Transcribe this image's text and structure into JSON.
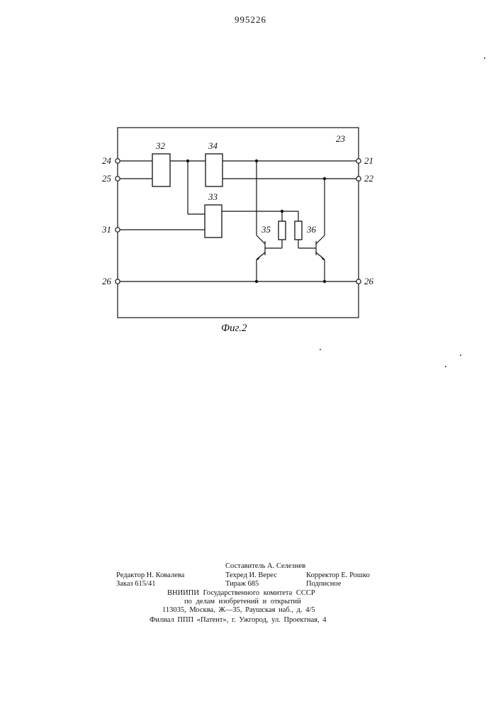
{
  "header": {
    "patent_number": "995226"
  },
  "figure": {
    "caption": "Фиг.2",
    "frame_label": "23",
    "terminals": {
      "in_top": "24",
      "in_second": "25",
      "in_control": "31",
      "common_left": "26",
      "out_top": "21",
      "out_second": "22",
      "common_right": "26"
    },
    "blocks": {
      "b32": "32",
      "b34": "34",
      "b33": "33"
    },
    "transistors": {
      "t35": "35",
      "t36": "36"
    }
  },
  "colophon": {
    "compiler": "Составитель А. Селезнев",
    "editor": "Редактор Н. Ковалева",
    "techred": "Техред И. Верес",
    "corrector": "Корректор Е. Рошко",
    "order": "Заказ 615/41",
    "circulation": "Тираж 685",
    "subscription": "Подписное",
    "institute_line1": "ВНИИПИ Государственного комитета СССР",
    "institute_line2": "по делам изобретений и открытий",
    "address": "113035, Москва, Ж—35, Раушская наб., д. 4/5",
    "branch": "Филиал ППП «Патент», г. Ужгород, ул. Проектная, 4"
  }
}
